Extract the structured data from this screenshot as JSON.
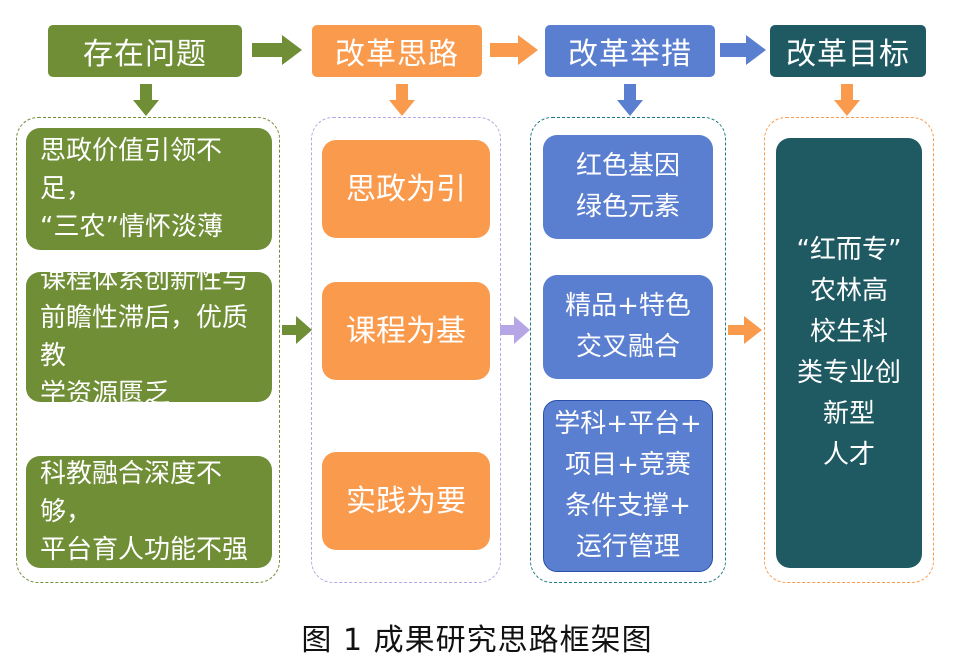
{
  "headers": {
    "problems": "存在问题",
    "approach": "改革思路",
    "measures": "改革举措",
    "goal": "改革目标"
  },
  "problems": [
    "思政价值引领不足，\n“三农”情怀淡薄",
    "课程体系创新性与\n前瞻性滞后，优质教\n学资源匮乏",
    "科教融合深度不够，\n平台育人功能不强"
  ],
  "approach": [
    "思政为引",
    "课程为基",
    "实践为要"
  ],
  "measures": [
    "红色基因\n绿色元素",
    "精品+特色\n交叉融合",
    "学科+平台+\n项目+竞赛\n条件支撑+\n运行管理"
  ],
  "goal": "“红而专”\n农林高\n校生科\n类专业创\n新型\n人才",
  "caption": "图 1  成果研究思路框架图",
  "colors": {
    "green": "#6f8e36",
    "orange": "#f99a4d",
    "blue": "#5b7fd0",
    "teal": "#1f5a63",
    "lavender": "#b7a6e6"
  }
}
